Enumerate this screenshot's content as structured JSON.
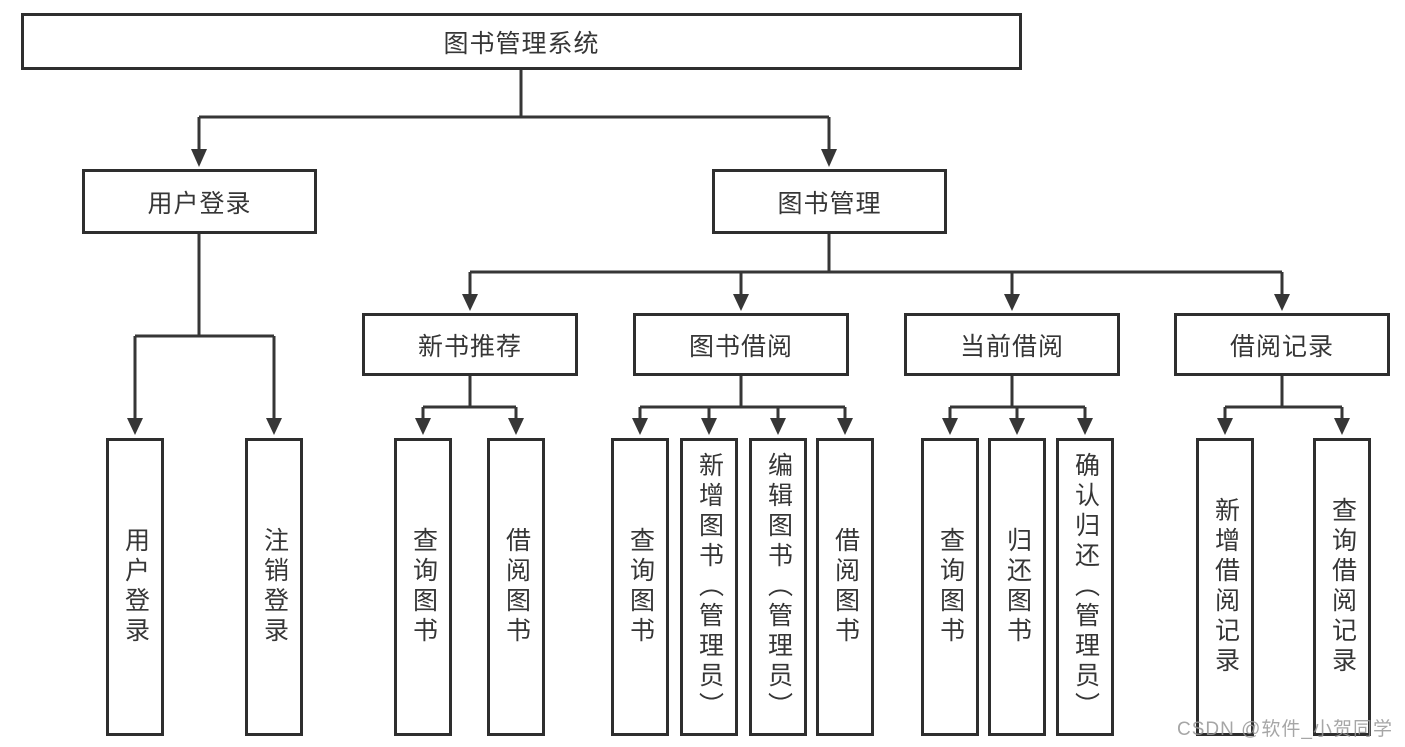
{
  "diagram": {
    "root": "图书管理系统",
    "level1": {
      "user_login": "用户登录",
      "book_mgmt": "图书管理"
    },
    "level2": {
      "new_book": "新书推荐",
      "borrow": "图书借阅",
      "current": "当前借阅",
      "records": "借阅记录"
    },
    "leaves": {
      "login": [
        "用户登录",
        "注销登录"
      ],
      "new_book": [
        "查询图书",
        "借阅图书"
      ],
      "borrow": [
        "查询图书",
        "新增图书（管理员）",
        "编辑图书（管理员）",
        "借阅图书"
      ],
      "current": [
        "查询图书",
        "归还图书",
        "确认归还（管理员）"
      ],
      "records": [
        "新增借阅记录",
        "查询借阅记录"
      ]
    },
    "watermark": "CSDN @软件_小贺同学",
    "colors": {
      "line": "#363636",
      "box_border": "#2e2e2e",
      "text": "#363636",
      "background": "#ffffff",
      "watermark": "#969696"
    }
  }
}
